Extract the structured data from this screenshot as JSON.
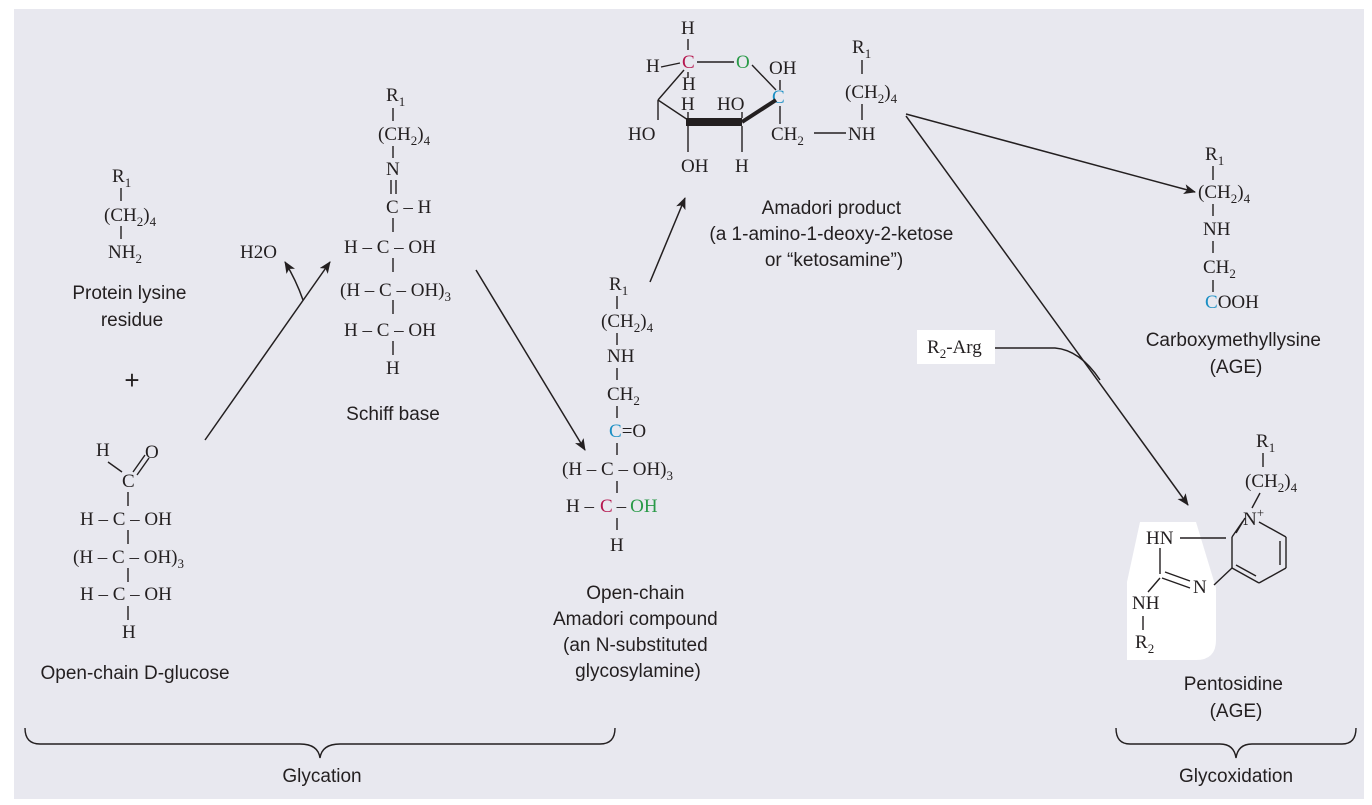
{
  "colors": {
    "background": "#e8e8ef",
    "text": "#231f20",
    "highlight_blue": "#1b8fc4",
    "highlight_red": "#b5174f",
    "highlight_green": "#2a9a48",
    "label_box": "#ffffff"
  },
  "labels": {
    "protein_lysine": [
      "Protein lysine",
      "residue"
    ],
    "plus": "+",
    "glucose": "Open-chain D-glucose",
    "schiff_base": "Schiff base",
    "open_chain_amadori": [
      "Open-chain",
      "Amadori compound",
      "(an N-substituted",
      "glycosylamine)"
    ],
    "amadori_product": [
      "Amadori product",
      "(a 1-amino-1-deoxy-2-ketose",
      "or “ketosamine”)"
    ],
    "carboxymethyllysine": [
      "Carboxymethyllysine",
      "(AGE)"
    ],
    "pentosidine": [
      "Pentosidine",
      "(AGE)"
    ],
    "r2_arg": "R2-Arg",
    "glycation": "Glycation",
    "glycoxidation": "Glycoxidation",
    "water": "H2O"
  },
  "structure_text": {
    "R": "R",
    "one": "1",
    "two": "2",
    "three": "3",
    "four": "4",
    "ch2_paren": "(CH",
    "close_paren": ")",
    "nh": "NH",
    "nh2": "NH",
    "N": "N",
    "nplus": "N",
    "plus_sign": "+",
    "C": "C",
    "H": "H",
    "O": "O",
    "OH": "OH",
    "HO": "HO",
    "CH2": "CH",
    "dash_c_dash_oh": "C – OH",
    "h_dash": "H –",
    "h_c_oh": "H – C – OH",
    "hc_oh3_open": "(H – C – OH)",
    "c_eq_o": "C",
    "eq_o": "=O",
    "cooh": "OOH",
    "c_h": "C – H",
    "hn": "HN"
  }
}
